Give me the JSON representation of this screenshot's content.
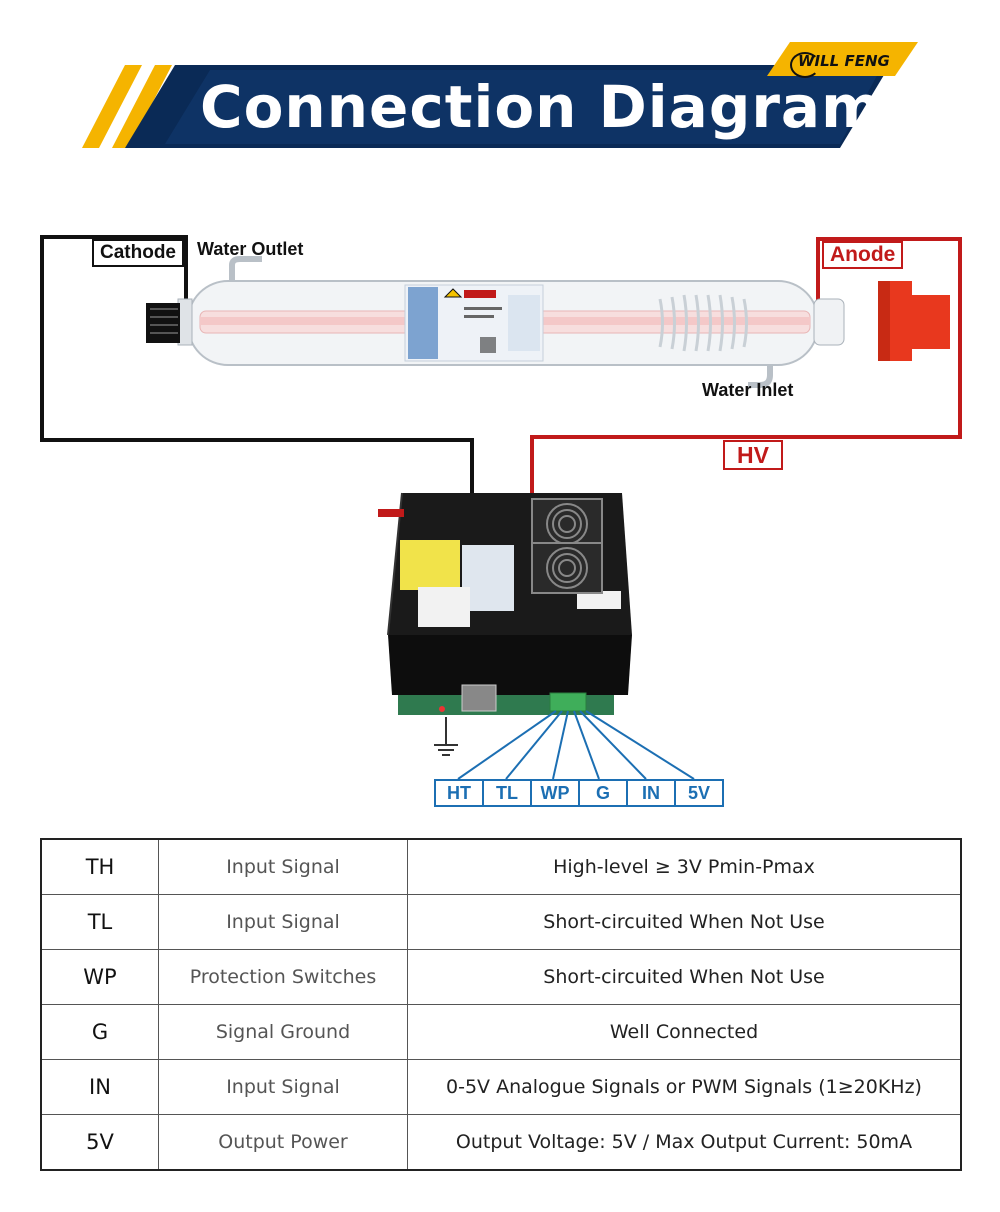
{
  "banner": {
    "title": "Connection Diagram",
    "brand": "WILL FENG",
    "colors": {
      "navy": "#0a2a56",
      "accent": "#f5b400"
    }
  },
  "diagram": {
    "labels": {
      "cathode": "Cathode",
      "water_outlet": "Water Outlet",
      "anode": "Anode",
      "water_inlet": "Water Inlet",
      "hv": "HV"
    },
    "terminals": [
      "HT",
      "TL",
      "WP",
      "G",
      "IN",
      "5V"
    ],
    "colors": {
      "hv_wire": "#c11a1a",
      "ground_wire": "#111111",
      "terminal": "#1c6fb3"
    }
  },
  "table": {
    "rows": [
      {
        "code": "TH",
        "type": "Input Signal",
        "description": "High-level ≥ 3V Pmin-Pmax"
      },
      {
        "code": "TL",
        "type": "Input Signal",
        "description": "Short-circuited When Not Use"
      },
      {
        "code": "WP",
        "type": "Protection Switches",
        "description": "Short-circuited When Not Use"
      },
      {
        "code": "G",
        "type": "Signal Ground",
        "description": "Well Connected"
      },
      {
        "code": "IN",
        "type": "Input Signal",
        "description": "0-5V Analogue Signals or PWM Signals (1≥20KHz)"
      },
      {
        "code": "5V",
        "type": "Output Power",
        "description": "Output Voltage: 5V / Max Output Current: 50mA"
      }
    ]
  }
}
